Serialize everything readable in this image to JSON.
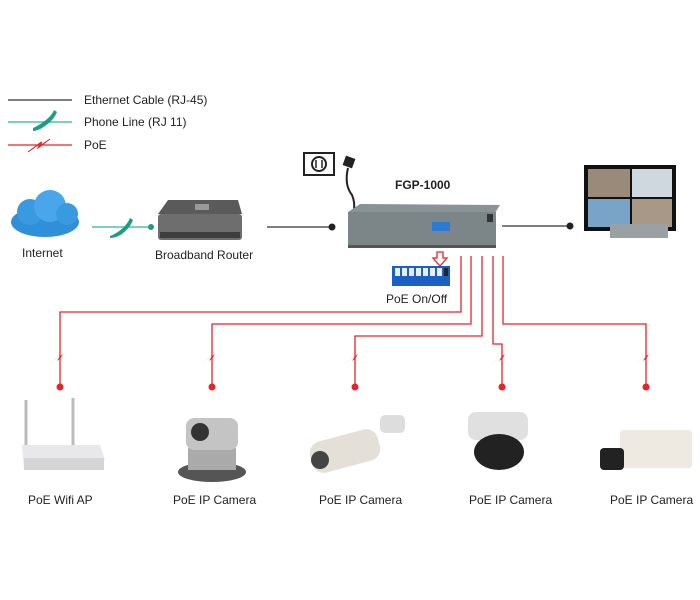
{
  "legend": {
    "ethernet": "Ethernet Cable (RJ-45)",
    "phone": "Phone Line (RJ 11)",
    "poe": "PoE"
  },
  "top_row": {
    "internet": "Internet",
    "router": "Broadband Router",
    "switch": "FGP-1000",
    "poe_switch": "PoE On/Off"
  },
  "devices": [
    {
      "label": "PoE Wifi AP",
      "icon": "wifi-ap-icon"
    },
    {
      "label": "PoE IP Camera",
      "icon": "ptz-camera-icon"
    },
    {
      "label": "PoE IP Camera",
      "icon": "bullet-camera-icon"
    },
    {
      "label": "PoE IP Camera",
      "icon": "dome-camera-icon"
    },
    {
      "label": "PoE IP Camera",
      "icon": "box-camera-icon"
    }
  ],
  "colors": {
    "ethernet": "#333333",
    "phone": "#2fb59a",
    "poe": "#e2252b",
    "cloud": "#2f8fd8"
  }
}
